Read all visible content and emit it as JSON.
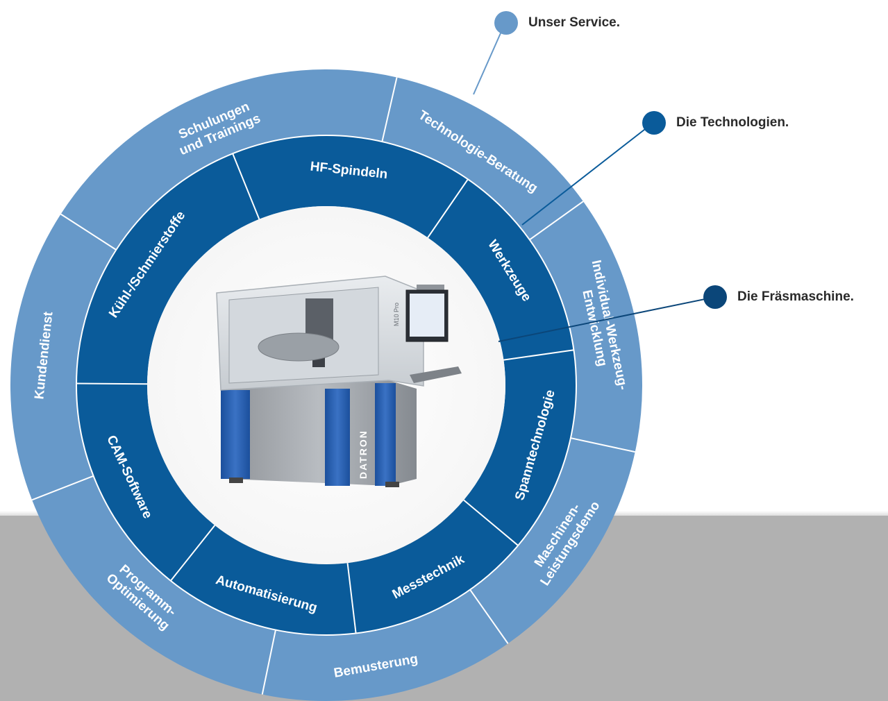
{
  "colors": {
    "outer_ring": "#6799c9",
    "inner_ring": "#0a5b9a",
    "separator": "#ffffff",
    "floor": "#b1b1b1",
    "dot_service": "#6799c9",
    "dot_technologies": "#0a5b9a",
    "dot_machine": "#0b4679"
  },
  "outer_ring": {
    "segments": [
      {
        "label": "Technologie-Beratung"
      },
      {
        "label": "Individual-Werkzeug-Entwicklung"
      },
      {
        "label": "Maschinen-Leistungsdemo"
      },
      {
        "label": "Bemusterung"
      },
      {
        "label": "Programm-Optimierung"
      },
      {
        "label": "Kundendienst"
      },
      {
        "label": "Schulungen und Trainings"
      }
    ]
  },
  "inner_ring": {
    "segments": [
      {
        "label": "HF-Spindeln"
      },
      {
        "label": "Werkzeuge"
      },
      {
        "label": "Spanntechnologie"
      },
      {
        "label": "Messtechnik"
      },
      {
        "label": "Automatisierung"
      },
      {
        "label": "CAM-Software"
      },
      {
        "label": "Kühl-/Schmierstoffe"
      }
    ]
  },
  "machine": {
    "brand": "DATRON",
    "model": "M10 Pro"
  },
  "legend": [
    {
      "label": "Unser Service.",
      "color": "#6799c9"
    },
    {
      "label": "Die Technologien.",
      "color": "#0a5b9a"
    },
    {
      "label": "Die Fräsmaschine.",
      "color": "#0b4679"
    }
  ]
}
